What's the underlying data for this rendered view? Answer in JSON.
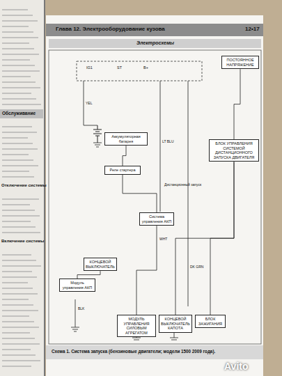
{
  "diagram": {
    "title": "Глава 12. Электрооборудование кузова",
    "caption": "Схема 1. Система запуска (бензиновые двигатели; модели 1500 2009 года).",
    "nodes": [
      {
        "text": [
          "ПОСТОЯННОЕ НАПРЯЖЕНИЕ"
        ]
      },
      {
        "text": [
          "Аккумуляторная батарея"
        ]
      },
      {
        "text": [
          "Реле стартера"
        ]
      },
      {
        "text": [
          "Система управления АКП"
        ]
      },
      {
        "text": [
          "Модуль управления АКП"
        ]
      },
      {
        "text": [
          "КОНЦЕВОЙ ВЫКЛЮЧАТЕЛЬ"
        ]
      },
      {
        "text": [
          "МОДУЛЬ УПРАВЛЕНИЯ СИЛОВЫМ АГРЕГАТОМ"
        ]
      },
      {
        "text": [
          "КОНЦЕВОЙ ВЫКЛЮЧАТЕЛЬ КАПОТА"
        ]
      },
      {
        "text": [
          "БЛОК ЗАЖИГАНИЯ"
        ]
      },
      {
        "text": [
          "БЛОК УПРАВЛЕНИЯ СИСТЕМОЙ ДИСТАНЦИОННОГО ЗАПУСКА ДВИГАТЕЛЯ"
        ]
      }
    ],
    "edges": [
      {
        "from": 0,
        "to": 9,
        "arrow": "none"
      },
      {
        "from": 9,
        "to": 8,
        "arrow": "none"
      },
      {
        "from": 9,
        "to": 7,
        "arrow": "none"
      },
      {
        "from": 1,
        "to": 2,
        "arrow": "none"
      },
      {
        "from": 2,
        "to": 3,
        "arrow": "none"
      },
      {
        "from": 3,
        "to": 6,
        "arrow": "none"
      },
      {
        "from": 5,
        "to": 4,
        "arrow": "none"
      }
    ],
    "labels": [
      "Обслуживание",
      "Отключение системы",
      "Включение системы",
      "12•17",
      "Электросхемы",
      "IG1",
      "ST",
      "B+",
      "YEL",
      "BLK",
      "LT BLU",
      "DK GRN",
      "WHT",
      "Дистанционный запуск",
      "Avito"
    ]
  }
}
